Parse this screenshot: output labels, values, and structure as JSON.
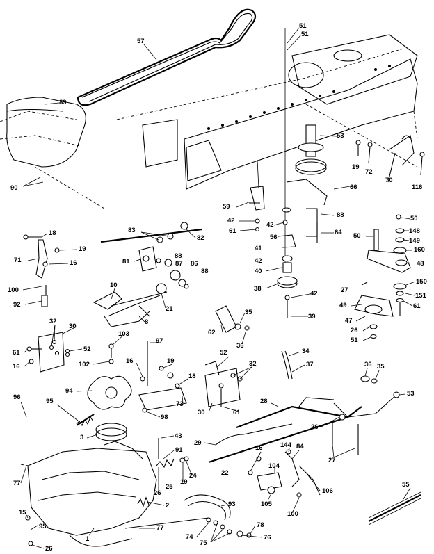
{
  "callouts": [
    {
      "id": "c57",
      "text": "57"
    },
    {
      "id": "c51a",
      "text": "51"
    },
    {
      "id": "c51b",
      "text": "51"
    },
    {
      "id": "c89",
      "text": "89"
    },
    {
      "id": "c90",
      "text": "90"
    },
    {
      "id": "c53",
      "text": "53"
    },
    {
      "id": "c19a",
      "text": "19"
    },
    {
      "id": "c72",
      "text": "72"
    },
    {
      "id": "c70",
      "text": "70"
    },
    {
      "id": "c116",
      "text": "116"
    },
    {
      "id": "c66",
      "text": "66"
    },
    {
      "id": "c59",
      "text": "59"
    },
    {
      "id": "c42a",
      "text": "42"
    },
    {
      "id": "c42b",
      "text": "42"
    },
    {
      "id": "c61a",
      "text": "61"
    },
    {
      "id": "c88a",
      "text": "88"
    },
    {
      "id": "c64",
      "text": "64"
    },
    {
      "id": "c50a",
      "text": "50"
    },
    {
      "id": "c50b",
      "text": "50"
    },
    {
      "id": "c148",
      "text": "148"
    },
    {
      "id": "c149",
      "text": "149"
    },
    {
      "id": "c160",
      "text": "160"
    },
    {
      "id": "c18a",
      "text": "18"
    },
    {
      "id": "c83",
      "text": "83"
    },
    {
      "id": "c82",
      "text": "82"
    },
    {
      "id": "c56",
      "text": "56"
    },
    {
      "id": "c71",
      "text": "71"
    },
    {
      "id": "c19b",
      "text": "19"
    },
    {
      "id": "c41",
      "text": "41"
    },
    {
      "id": "c42c",
      "text": "42"
    },
    {
      "id": "c16a",
      "text": "16"
    },
    {
      "id": "c81",
      "text": "81"
    },
    {
      "id": "c88b",
      "text": "88"
    },
    {
      "id": "c87",
      "text": "87"
    },
    {
      "id": "c86",
      "text": "86"
    },
    {
      "id": "c88c",
      "text": "88"
    },
    {
      "id": "c40",
      "text": "40"
    },
    {
      "id": "c48",
      "text": "48"
    },
    {
      "id": "c100a",
      "text": "100"
    },
    {
      "id": "c38",
      "text": "38"
    },
    {
      "id": "c42d",
      "text": "42"
    },
    {
      "id": "c150",
      "text": "150"
    },
    {
      "id": "c27a",
      "text": "27"
    },
    {
      "id": "c151",
      "text": "151"
    },
    {
      "id": "c10",
      "text": "10"
    },
    {
      "id": "c92",
      "text": "92"
    },
    {
      "id": "c21",
      "text": "21"
    },
    {
      "id": "c49",
      "text": "49"
    },
    {
      "id": "c61b",
      "text": "61"
    },
    {
      "id": "c35a",
      "text": "35"
    },
    {
      "id": "c8",
      "text": "8"
    },
    {
      "id": "c39",
      "text": "39"
    },
    {
      "id": "c47",
      "text": "47"
    },
    {
      "id": "c26a",
      "text": "26"
    },
    {
      "id": "c32a",
      "text": "32"
    },
    {
      "id": "c62",
      "text": "62"
    },
    {
      "id": "c36a",
      "text": "36"
    },
    {
      "id": "c51c",
      "text": "51"
    },
    {
      "id": "c30a",
      "text": "30"
    },
    {
      "id": "c103",
      "text": "103"
    },
    {
      "id": "c61c",
      "text": "61"
    },
    {
      "id": "c52a",
      "text": "52"
    },
    {
      "id": "c97",
      "text": "97"
    },
    {
      "id": "c34",
      "text": "34"
    },
    {
      "id": "c16b",
      "text": "16"
    },
    {
      "id": "c102",
      "text": "102"
    },
    {
      "id": "c16c",
      "text": "16"
    },
    {
      "id": "c19c",
      "text": "19"
    },
    {
      "id": "c52b",
      "text": "52"
    },
    {
      "id": "c37",
      "text": "37"
    },
    {
      "id": "c36b",
      "text": "36"
    },
    {
      "id": "c35b",
      "text": "35"
    },
    {
      "id": "c32b",
      "text": "32"
    },
    {
      "id": "c18b",
      "text": "18"
    },
    {
      "id": "c94",
      "text": "94"
    },
    {
      "id": "c73",
      "text": "73"
    },
    {
      "id": "c53b",
      "text": "53"
    },
    {
      "id": "c96",
      "text": "96"
    },
    {
      "id": "c95",
      "text": "95"
    },
    {
      "id": "c98",
      "text": "98"
    },
    {
      "id": "c30b",
      "text": "30"
    },
    {
      "id": "c61d",
      "text": "61"
    },
    {
      "id": "c28",
      "text": "28"
    },
    {
      "id": "c26b",
      "text": "26"
    },
    {
      "id": "c3",
      "text": "3"
    },
    {
      "id": "c43",
      "text": "43"
    },
    {
      "id": "c29",
      "text": "29"
    },
    {
      "id": "c91",
      "text": "91"
    },
    {
      "id": "c16d",
      "text": "16"
    },
    {
      "id": "c144",
      "text": "144"
    },
    {
      "id": "c84",
      "text": "84"
    },
    {
      "id": "c27b",
      "text": "27"
    },
    {
      "id": "c104",
      "text": "104"
    },
    {
      "id": "c22",
      "text": "22"
    },
    {
      "id": "c25",
      "text": "25"
    },
    {
      "id": "c19d",
      "text": "19"
    },
    {
      "id": "c24",
      "text": "24"
    },
    {
      "id": "c77a",
      "text": "77"
    },
    {
      "id": "c26c",
      "text": "26"
    },
    {
      "id": "c106",
      "text": "106"
    },
    {
      "id": "c105",
      "text": "105"
    },
    {
      "id": "c100b",
      "text": "100"
    },
    {
      "id": "c55",
      "text": "55"
    },
    {
      "id": "c15",
      "text": "15"
    },
    {
      "id": "c2",
      "text": "2"
    },
    {
      "id": "c93",
      "text": "93"
    },
    {
      "id": "c95b",
      "text": "95"
    },
    {
      "id": "c77b",
      "text": "77"
    },
    {
      "id": "c78",
      "text": "78"
    },
    {
      "id": "c74",
      "text": "74"
    },
    {
      "id": "c75",
      "text": "75"
    },
    {
      "id": "c76",
      "text": "76"
    },
    {
      "id": "c1",
      "text": "1"
    },
    {
      "id": "c26d",
      "text": "26"
    }
  ]
}
